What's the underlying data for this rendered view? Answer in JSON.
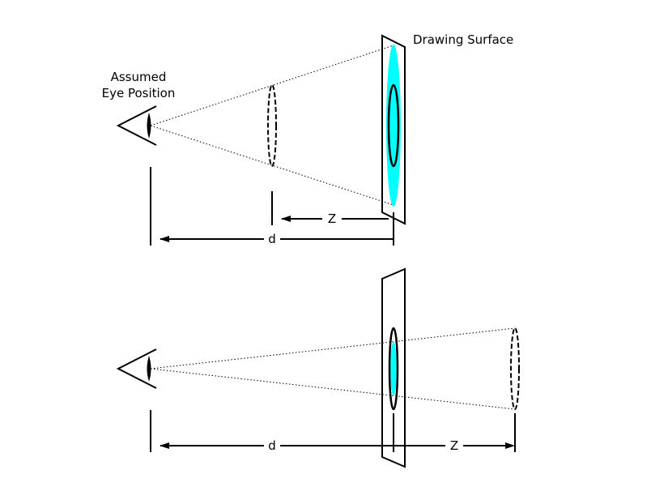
{
  "top_diagram": {
    "eye_label_line1": "Assumed",
    "eye_label_line2": "Eye Position",
    "surface_label": "Drawing Surface",
    "z_label": "Z",
    "d_label": "d"
  },
  "bottom_diagram": {
    "z_label": "Z",
    "d_label": "d"
  },
  "colors": {
    "projection_fill": "#00ffff",
    "stroke": "#000000",
    "background": "#ffffff"
  }
}
